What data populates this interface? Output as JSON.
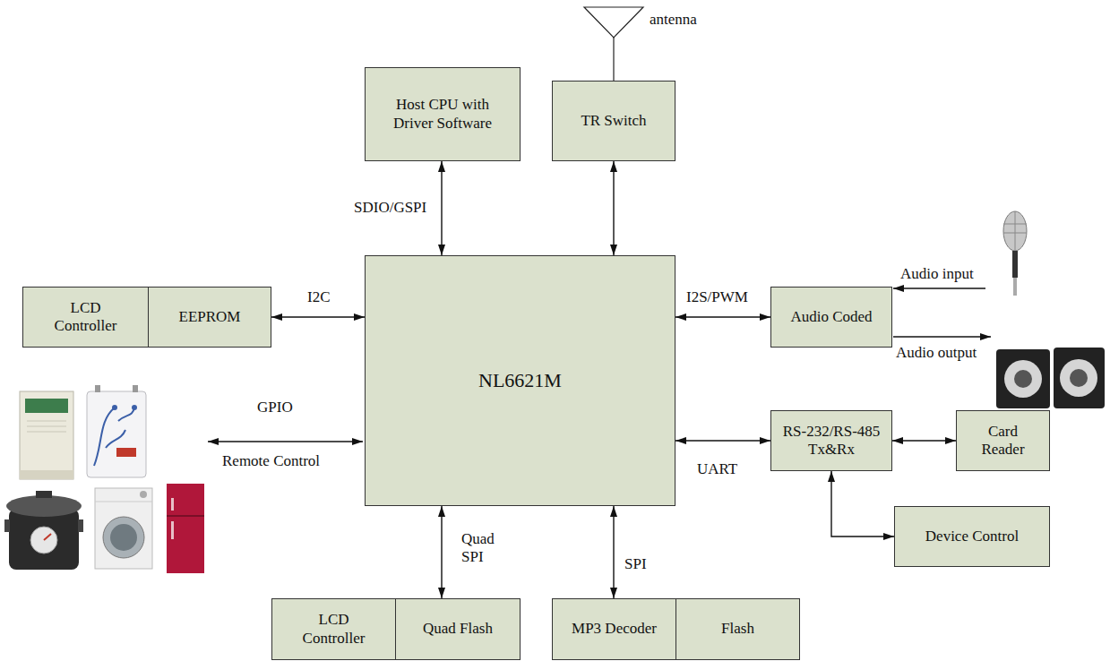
{
  "diagram": {
    "nodes": [
      {
        "text": [
          "Host CPU with Driver Software"
        ]
      },
      {
        "text": [
          "TR Switch"
        ]
      },
      {
        "text": [
          "LCD Controller"
        ]
      },
      {
        "text": [
          "EEPROM"
        ]
      },
      {
        "text": [
          "NL6621M"
        ]
      },
      {
        "text": [
          "Audio Coded"
        ]
      },
      {
        "text": [
          "RS-232/RS-485 Tx&Rx"
        ]
      },
      {
        "text": [
          "Card Reader"
        ]
      },
      {
        "text": [
          "Device Control"
        ]
      },
      {
        "text": [
          "LCD Controller"
        ]
      },
      {
        "text": [
          "Quad Flash"
        ]
      },
      {
        "text": [
          "MP3 Decoder"
        ]
      },
      {
        "text": [
          "Flash"
        ]
      }
    ],
    "edges": [
      {
        "from": 0,
        "to": 4,
        "label": "SDIO/GSPI",
        "arrow": "both"
      },
      {
        "from": 1,
        "to": 4,
        "arrow": "both"
      },
      {
        "from": 3,
        "to": 4,
        "label": "I2C",
        "arrow": "both"
      },
      {
        "from": 4,
        "to": 5,
        "label": "I2S/PWM",
        "arrow": "both"
      },
      {
        "from": 4,
        "to": 6,
        "label": "UART",
        "arrow": "both"
      },
      {
        "from": 6,
        "to": 7,
        "arrow": "both"
      },
      {
        "from": 6,
        "to": 8,
        "arrow": "both"
      },
      {
        "from": 4,
        "to": 10,
        "label": "Quad SPI",
        "arrow": "both"
      },
      {
        "from": 4,
        "to": 11,
        "label": "SPI",
        "arrow": "both"
      }
    ],
    "labels": [
      "antenna",
      "GPIO",
      "Remote Control",
      "Audio input",
      "Audio output"
    ]
  }
}
